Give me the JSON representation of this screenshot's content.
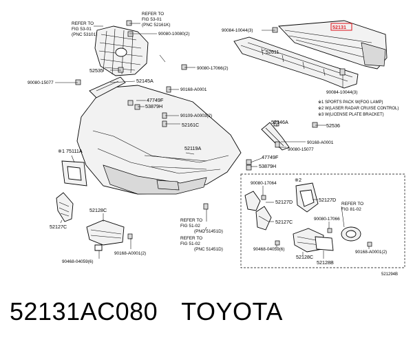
{
  "callouts": {
    "refer_53_01": [
      "REFER TO",
      "FIG 53-01",
      "(PNC 53101)"
    ],
    "refer_52_161k": [
      "REFER TO",
      "FIG 53-01",
      "(PNC 52161K)"
    ],
    "c90080_10080": "90080-10080(2)",
    "c52535": "52535",
    "c90080_17066": "90080-17066(2)",
    "c90080_15077": "90080-15077",
    "c52145a": "52145A",
    "c90168_a0001": "90168-A0001",
    "c47749f": "47749F",
    "c53879h": "53879H",
    "c90109_a0003": "90109-A0003(2)",
    "c52161c": "52161C",
    "c75111a": "※1 75111A",
    "c52119a": "52119A",
    "c52127c": "52127C",
    "c52128c": "52128C",
    "refer_51_02a": [
      "REFER TO",
      "FIG 51-02",
      "(PNC 51451D)"
    ],
    "refer_51_02b": [
      "REFER TO",
      "FIG 51-02",
      "(PNC 51451D)"
    ],
    "c90468_04059": "90468-04059(6)",
    "c90168_a0001_2": "90168-A0001(2)",
    "c90084_10044_3": "90084-10044(3)",
    "c52131": "52131",
    "c52611": "52611",
    "c90084_10044_top": "90084-10044(3)",
    "c52146a": "52146A",
    "c52536": "52536",
    "c90080_15077b": "90080-15077",
    "c90168_a0001b": "90168-A0001",
    "c47749f_b": "47749F",
    "c53879h_b": "53879H",
    "inset_90080_17064": "90080-17064",
    "inset_note2": "※2",
    "inset_52127d_a": "52127D",
    "inset_52127d_b": "52127D",
    "inset_52127c": "52127C",
    "inset_90080_17066": "90080-17066",
    "inset_refer_81_02": [
      "REFER TO",
      "FIG 81-02"
    ],
    "inset_90468": "90468-04059(6)",
    "inset_52128c": "52128C",
    "inset_52128b": "52128B",
    "inset_90168": "90168-A0001(2)"
  },
  "notes": [
    "※1 SPORTS PACK  W(FOG LAMP)",
    "※2 W(LASER RADAR CRUISE CONTROL)",
    "※3 W(LICENSE PLATE BRACKET)"
  ],
  "figure_code": "521294B",
  "footer": {
    "part_number": "52131AC080",
    "brand": "TOYOTA"
  },
  "highlight_color": "#e0242a"
}
